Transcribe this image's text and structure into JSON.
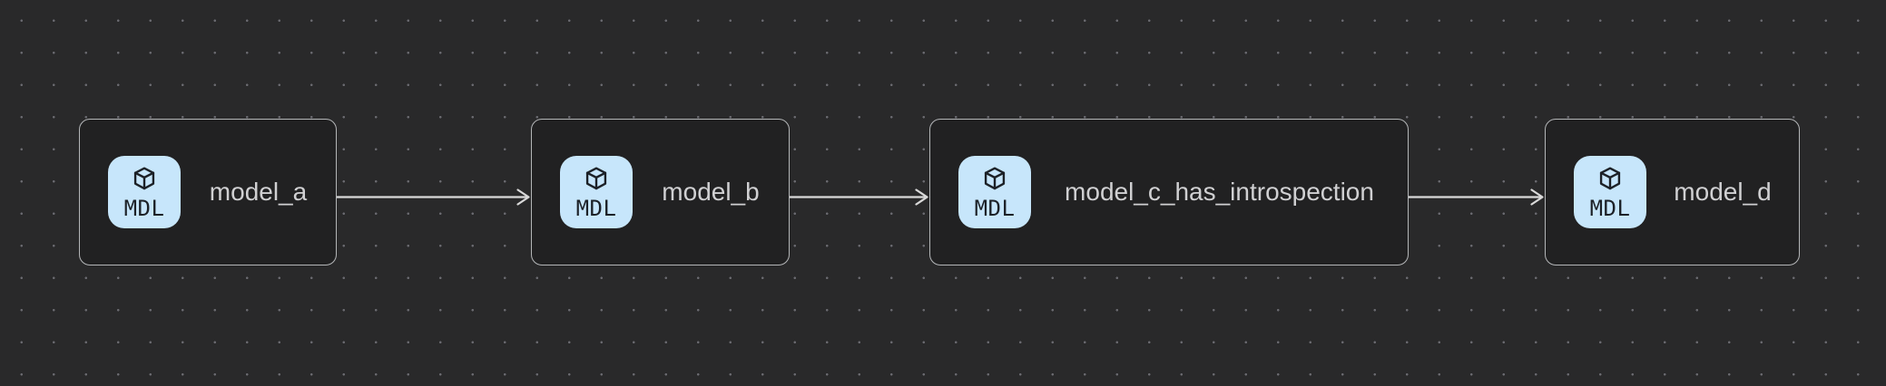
{
  "diagram": {
    "kind": "model-lineage-graph",
    "nodes": [
      {
        "label": "model_a",
        "badge": "MDL",
        "icon": "cube-icon"
      },
      {
        "label": "model_b",
        "badge": "MDL",
        "icon": "cube-icon"
      },
      {
        "label": "model_c_has_introspection",
        "badge": "MDL",
        "icon": "cube-icon"
      },
      {
        "label": "model_d",
        "badge": "MDL",
        "icon": "cube-icon"
      }
    ],
    "edges": [
      {
        "from": "model_a",
        "to": "model_b"
      },
      {
        "from": "model_b",
        "to": "model_c_has_introspection"
      },
      {
        "from": "model_c_has_introspection",
        "to": "model_d"
      }
    ],
    "colors": {
      "canvas_bg": "#29292a",
      "grid_dot": "#6a6a70",
      "node_bg": "#212122",
      "node_border": "#b4b6b8",
      "node_label": "#d0d0d2",
      "badge_bg": "#c7e6fb",
      "badge_fg": "#1c2127",
      "edge": "#d9d9d9"
    }
  }
}
